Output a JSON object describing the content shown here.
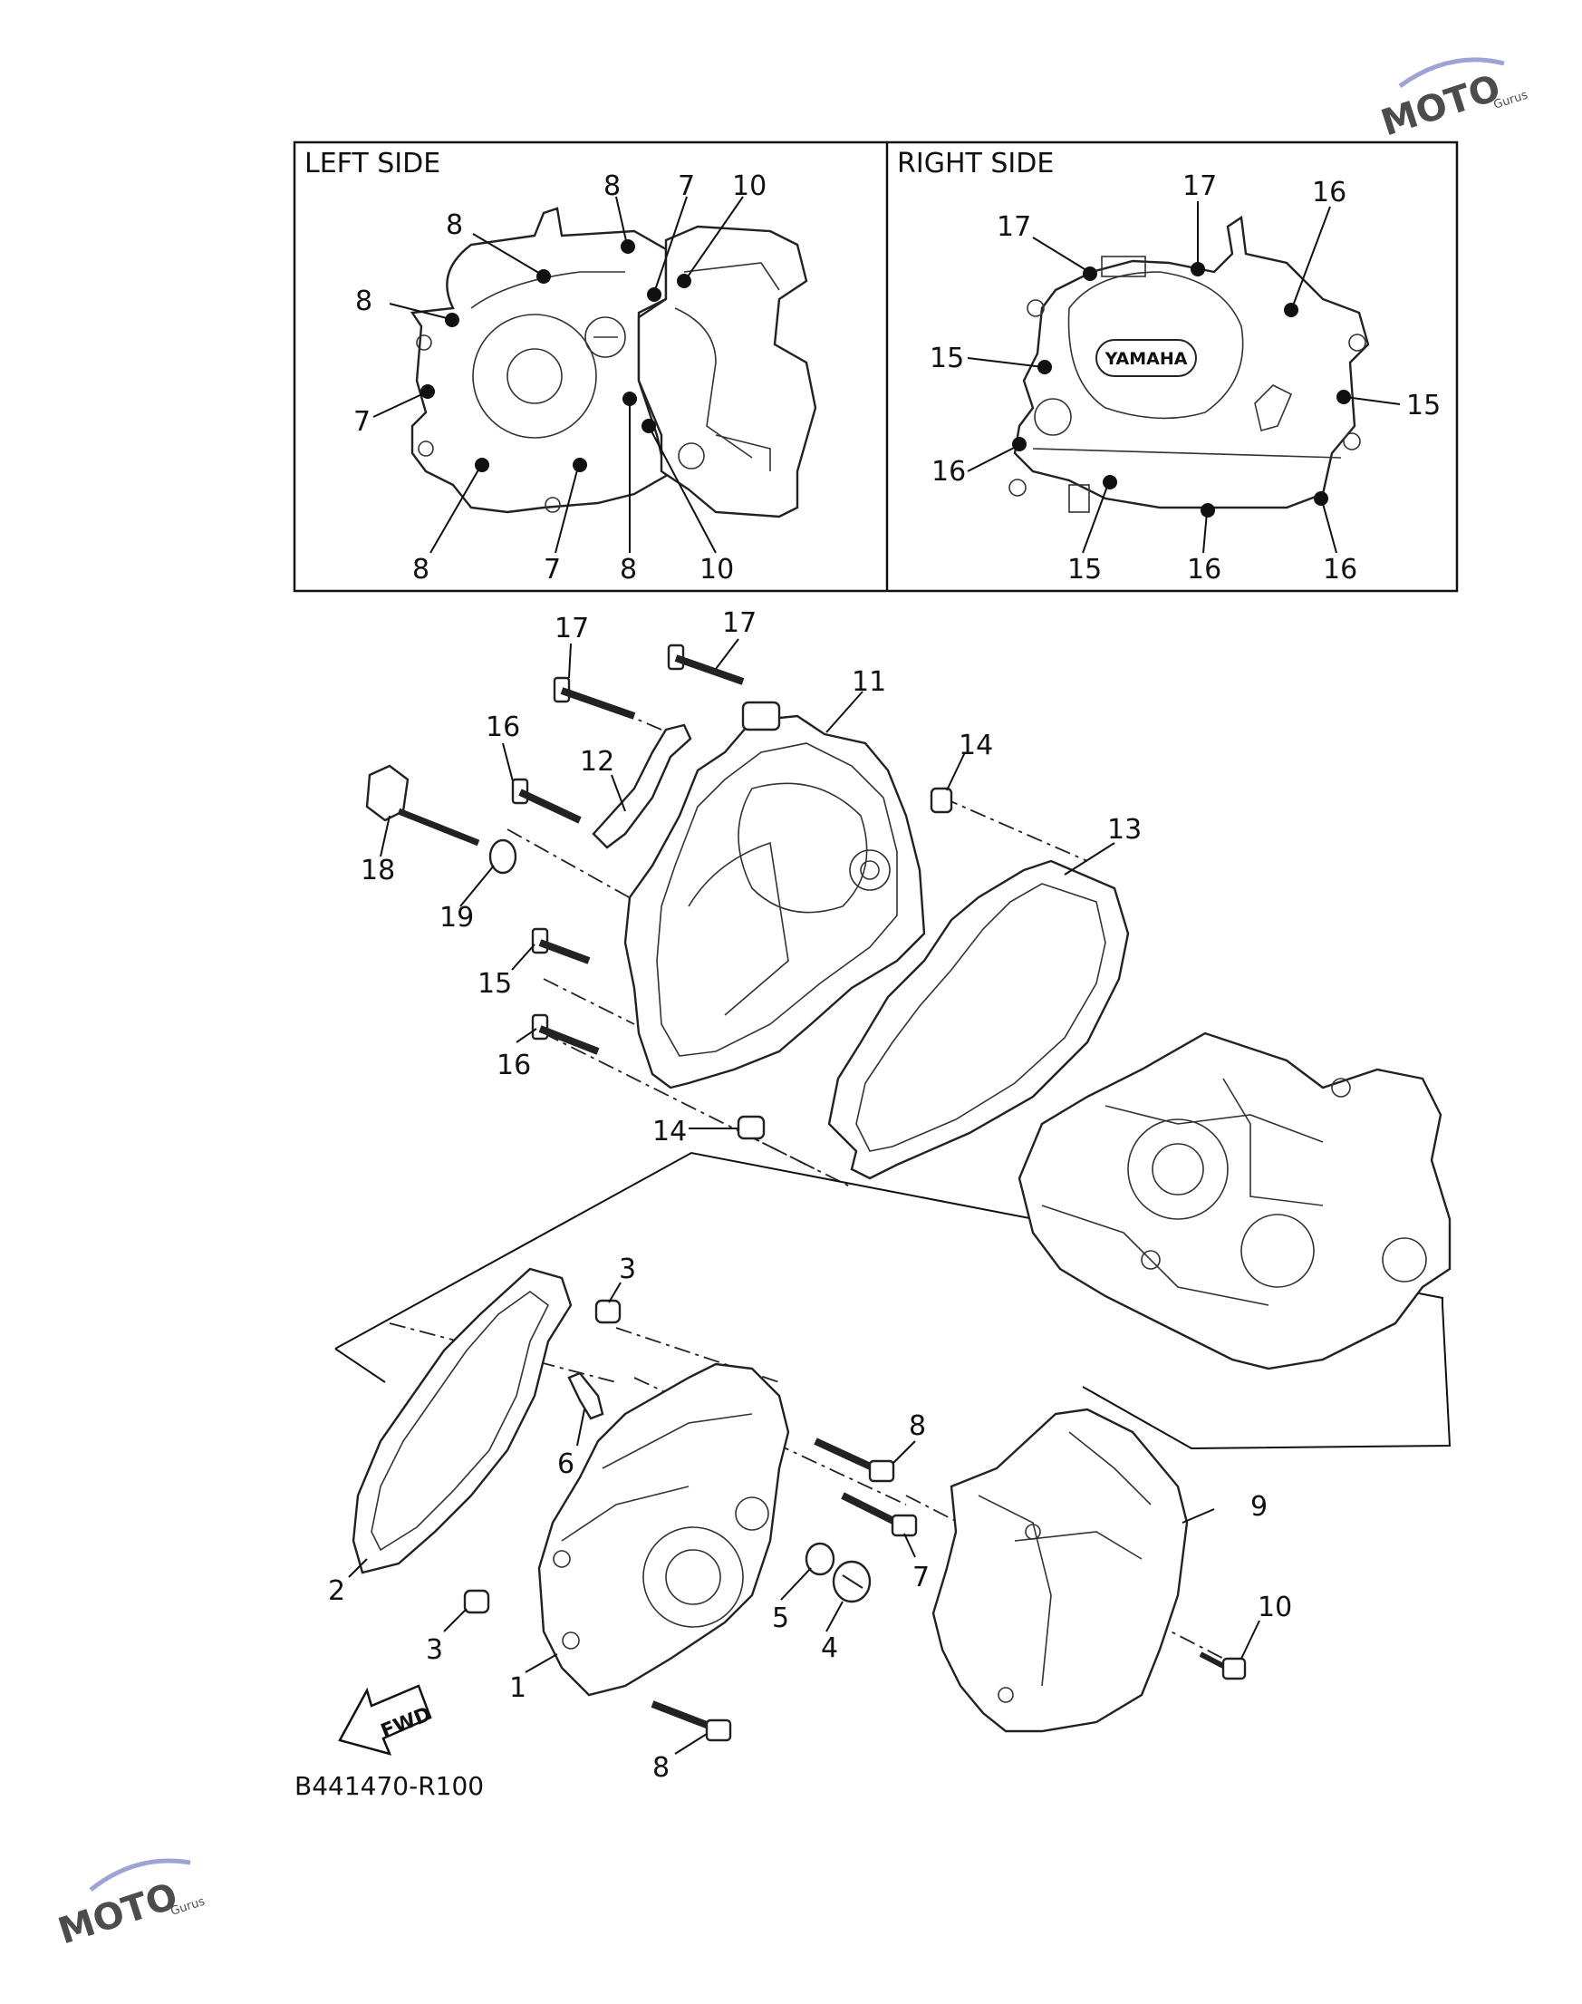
{
  "panels": {
    "left": {
      "title": "LEFT SIDE",
      "labels": [
        "8",
        "7",
        "10",
        "8",
        "8",
        "7",
        "8",
        "7",
        "8",
        "10"
      ]
    },
    "right": {
      "title": "RIGHT SIDE",
      "labels": [
        "17",
        "16",
        "17",
        "15",
        "15",
        "16",
        "15",
        "16",
        "16"
      ],
      "cover_text": "YAMAHA"
    }
  },
  "callouts": [
    "17",
    "17",
    "11",
    "16",
    "12",
    "14",
    "13",
    "18",
    "19",
    "15",
    "16",
    "14",
    "3",
    "6",
    "8",
    "9",
    "2",
    "7",
    "10",
    "3",
    "5",
    "4",
    "1",
    "8"
  ],
  "badge": "FWD",
  "diagram_code": "B441470-R100",
  "watermark": {
    "brand": "MOTO",
    "sub": "Gurus"
  },
  "colors": {
    "line": "#111111",
    "watermark_red": "#e0344a",
    "watermark_blue": "#7b86c9"
  }
}
